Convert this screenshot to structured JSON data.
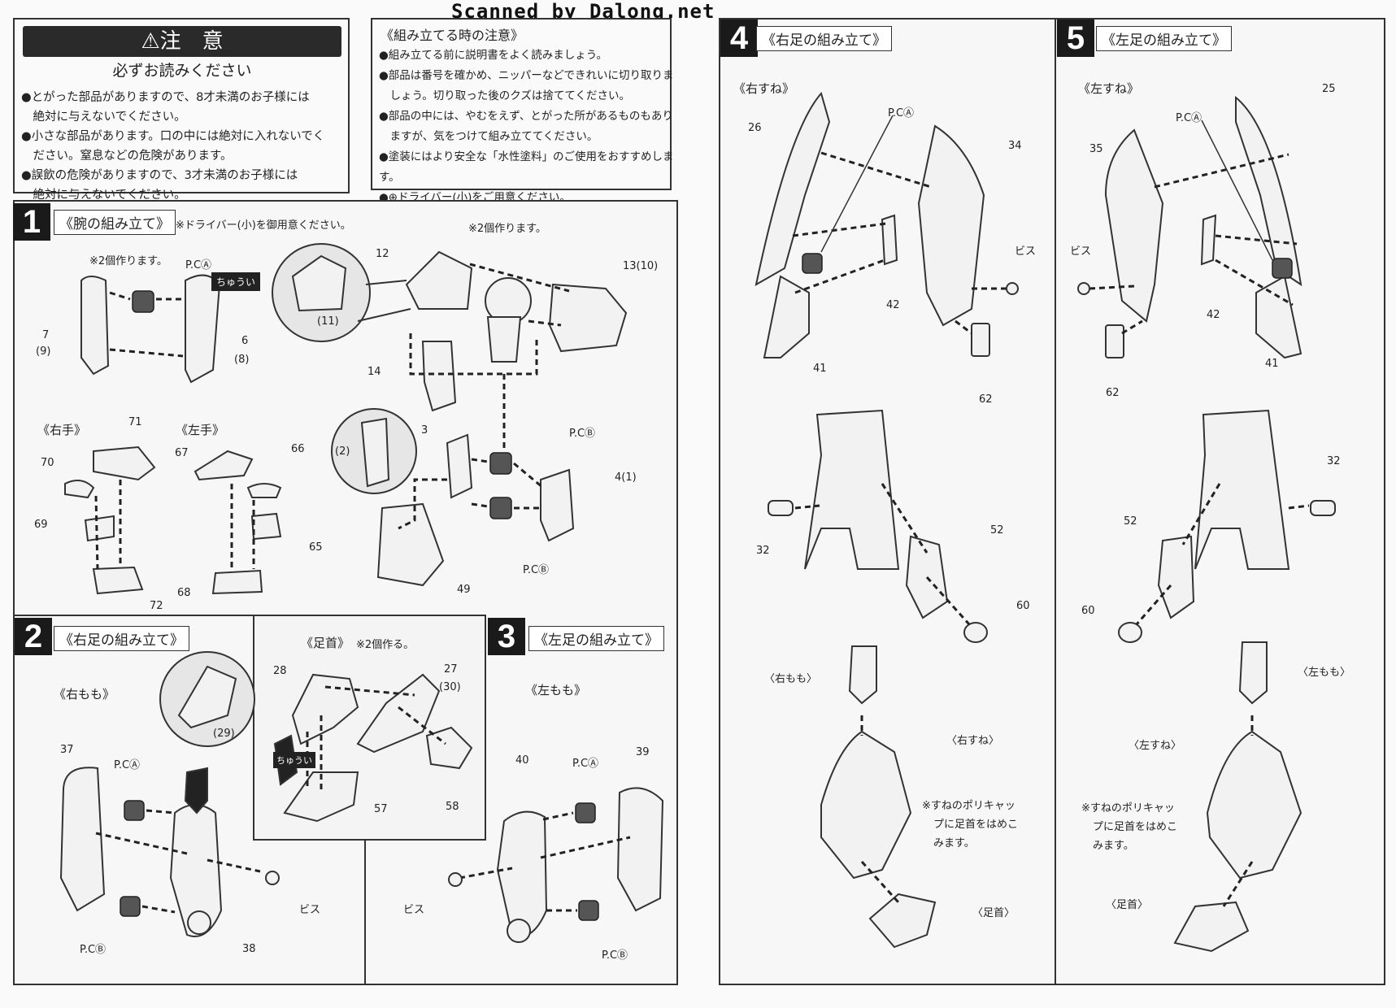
{
  "watermark": "Scanned by Dalong.net",
  "caution": {
    "title": "⚠注　意",
    "subtitle": "必ずお読みください",
    "items": [
      "●とがった部品がありますので、8才未満のお子様には",
      "　絶対に与えないでください。",
      "●小さな部品があります。口の中には絶対に入れないでく",
      "　ださい。窒息などの危険があります。",
      "●誤飲の危険がありますので、3才未満のお子様には",
      "　絶対に与えないでください。"
    ]
  },
  "notes": {
    "title": "《組み立てる時の注意》",
    "items": [
      "●組み立てる前に説明書をよく読みましょう。",
      "●部品は番号を確かめ、ニッパーなどできれいに切り取りま",
      "　しょう。切り取った後のクズは捨ててください。",
      "●部品の中には、やむをえず、とがった所があるものもあり",
      "　ますが、気をつけて組み立ててください。",
      "●塗装にはより安全な「水性塗料」のご使用をおすすめします。",
      "●⊕ドライバー(小)をご用意ください。"
    ]
  },
  "step1": {
    "number": "1",
    "title": "《腕の組み立て》",
    "note_driver": "※ドライバー(小)を御用意ください。",
    "note_make2_a": "※2個作ります。",
    "note_make2_b": "※2個作ります。",
    "right_hand": "《右手》",
    "left_hand": "《左手》",
    "pc_a": "P.CⒶ",
    "pc_b1": "P.CⒷ",
    "pc_b2": "P.CⒷ",
    "caution_tag": "ちゅうい",
    "parts": [
      "7",
      "(9)",
      "6",
      "(8)",
      "12",
      "(11)",
      "13(10)",
      "14",
      "3",
      "(2)",
      "4(1)",
      "49",
      "71",
      "70",
      "69",
      "72",
      "67",
      "66",
      "65",
      "68"
    ]
  },
  "step2": {
    "number": "2",
    "title": "《右足の組み立て》",
    "thigh": "《右もも》",
    "pc_a": "P.CⒶ",
    "pc_b": "P.CⒷ",
    "screw": "ビス",
    "parts": [
      "37",
      "38"
    ]
  },
  "ankle": {
    "title": "《足首》",
    "note": "※2個作る。",
    "caution_tag": "ちゅうい",
    "parts": [
      "28",
      "27",
      "(30)",
      "(29)",
      "58",
      "57"
    ]
  },
  "step3": {
    "number": "3",
    "title": "《左足の組み立て》",
    "thigh": "《左もも》",
    "pc_a": "P.CⒶ",
    "pc_b": "P.CⒷ",
    "screw": "ビス",
    "parts": [
      "40",
      "39"
    ]
  },
  "step4": {
    "number": "4",
    "title": "《右足の組み立て》",
    "shin": "《右すね》",
    "pc_a": "P.CⒶ",
    "screw": "ビス",
    "thigh_label": "〈右もも〉",
    "shin_label": "〈右すね〉",
    "ankle_label": "〈足首〉",
    "polycap_note": [
      "※すねのポリキャッ",
      "プに足首をはめこ",
      "みます。"
    ],
    "parts": [
      "26",
      "34",
      "42",
      "41",
      "62",
      "32",
      "52",
      "60"
    ]
  },
  "step5": {
    "number": "5",
    "title": "《左足の組み立て》",
    "shin": "《左すね》",
    "pc_a": "P.CⒶ",
    "screw": "ビス",
    "thigh_label": "〈左もも〉",
    "shin_label": "〈左すね〉",
    "ankle_label": "〈足首〉",
    "polycap_note": [
      "※すねのポリキャッ",
      "プに足首をはめこ",
      "みます。"
    ],
    "parts": [
      "25",
      "35",
      "42",
      "41",
      "62",
      "32",
      "52",
      "60"
    ]
  }
}
